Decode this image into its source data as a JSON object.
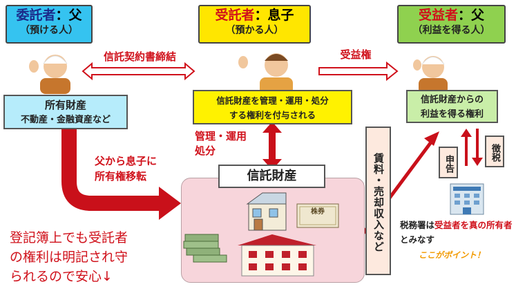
{
  "settlor": {
    "role": "委託者",
    "sep": "：",
    "who": "父",
    "sub": "（預ける人）"
  },
  "trustee": {
    "role": "受託者",
    "sep": "：",
    "who": "息子",
    "sub": "（預かる人）"
  },
  "beneficiary": {
    "role": "受益者",
    "sep": "：",
    "who": "父",
    "sub": "（利益を得る人）"
  },
  "arrow_contract_label": "信託契約書締結",
  "arrow_benefit_label": "受益権",
  "owned_property": {
    "title": "所有財産",
    "detail": "不動産・金融資産など"
  },
  "trustee_right": {
    "line1": "信託財産を管理・運用・処分",
    "line2": "する権利を付与される"
  },
  "beneficiary_right": {
    "line1": "信託財産からの",
    "line2": "利益を得る権利"
  },
  "manage_label": {
    "line1": "管理・運用",
    "line2": "処分"
  },
  "transfer_label": {
    "line1": "父から息子に",
    "line2": "所有権移転"
  },
  "trust_property_title": "信託財産",
  "bond_label": "株券",
  "income_label": "賃料・売却収入など",
  "report_label": "申告",
  "tax_label": "徴税",
  "tax_office_prefix": "税務署は",
  "tax_office_highlight": "受益者を真の所有者",
  "tax_office_suffix": "とみなす",
  "point_label": "ここがポイント！",
  "note": {
    "line1": "登記簿上でも受託者",
    "line2": "の権利は明記され守",
    "line3": "られるので安心↓"
  },
  "colors": {
    "settlor": "#35c3f0",
    "trustee": "#ffe600",
    "beneficiary": "#8fd14f",
    "trustee_box": "#fff200",
    "beneficiary_box": "#c9eea8",
    "property_box": "#b6ecfb",
    "trust_area": "#f7d5db",
    "arrow_red": "#c9101a",
    "text_red": "#d0111b",
    "point_orange": "#f29a00"
  }
}
